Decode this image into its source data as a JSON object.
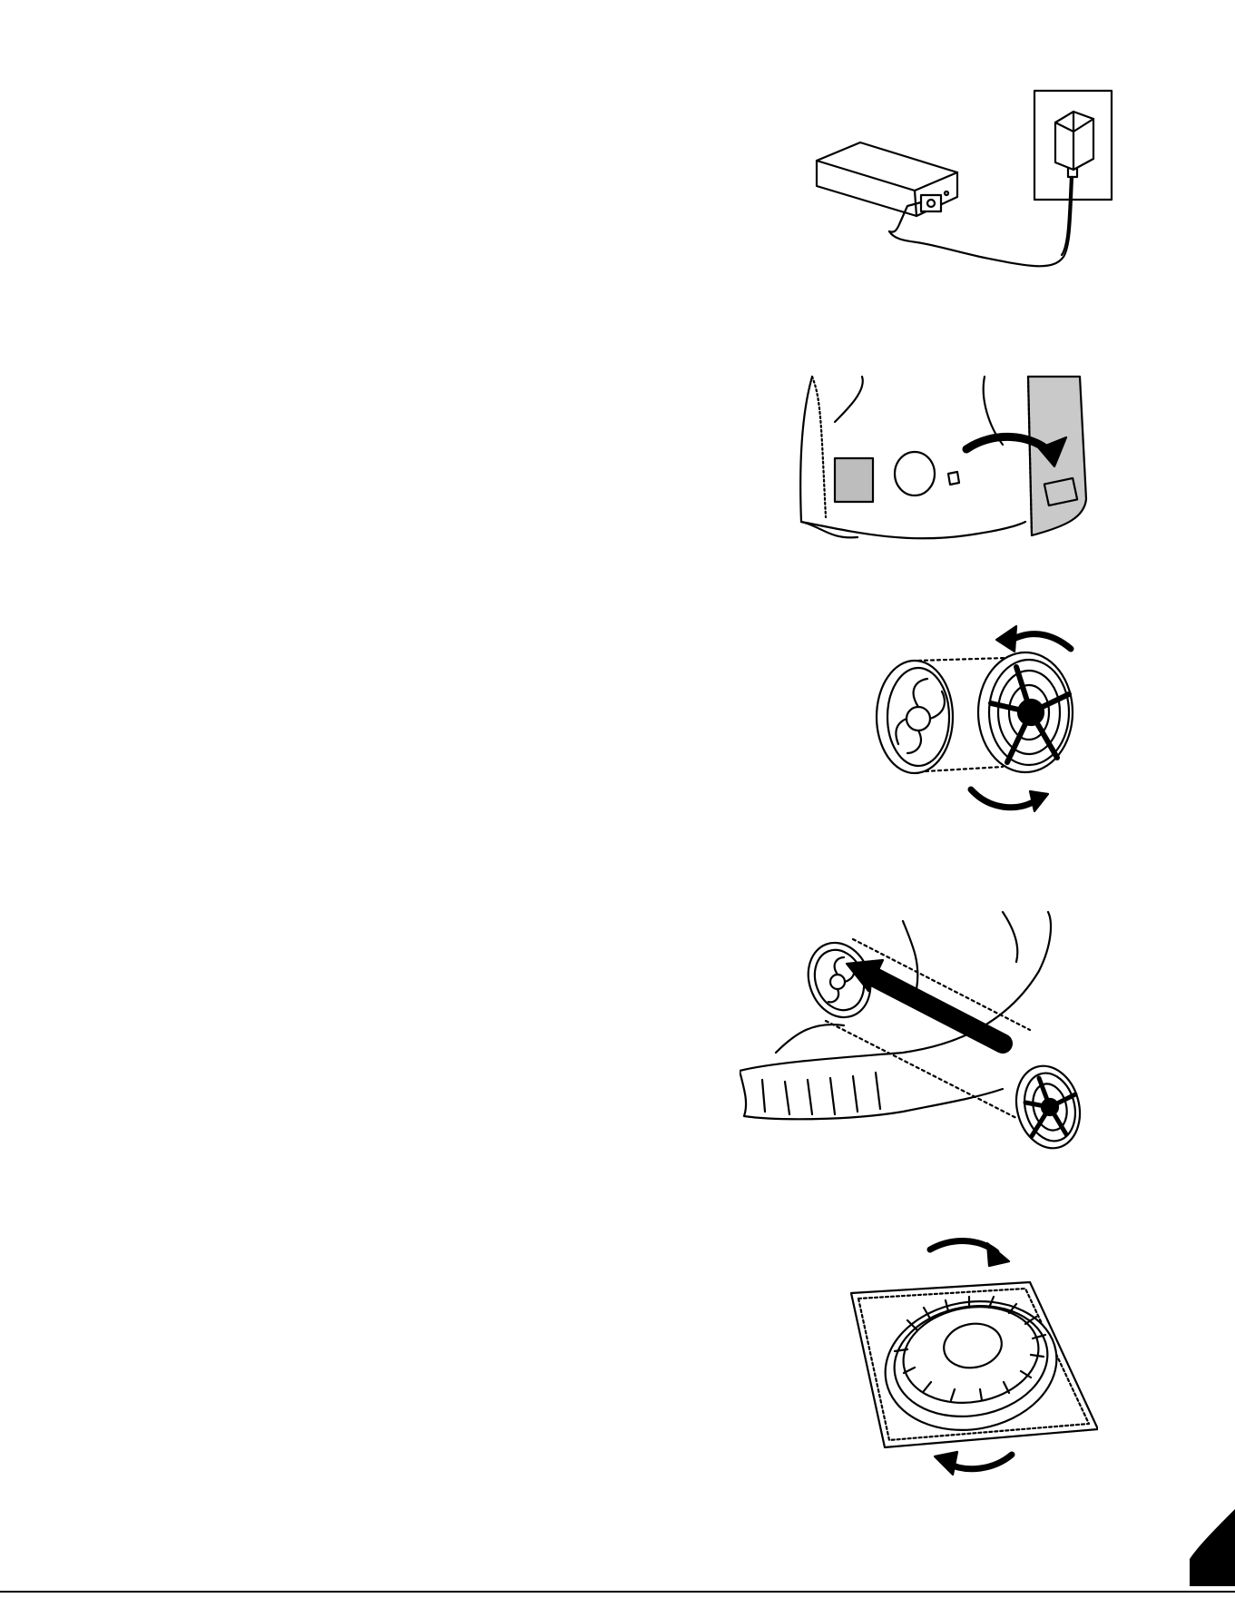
{
  "page": {
    "background": "#ffffff",
    "ink": "#000000",
    "fill_gray": "#bdbdbd",
    "panel_gray": "#c9c9c9"
  },
  "illustrations": [
    {
      "id": "charger",
      "icon": "battery-charger-plugged-into-wall-outlet-illustration"
    },
    {
      "id": "filter-door",
      "icon": "open-filter-door-arrow-illustration"
    },
    {
      "id": "fan-filter-twist",
      "icon": "twist-filter-off-fan-unit-illustration"
    },
    {
      "id": "filter-install",
      "icon": "insert-filter-into-fan-unit-illustration"
    },
    {
      "id": "filter-cover",
      "icon": "rotate-filter-cover-illustration"
    }
  ]
}
